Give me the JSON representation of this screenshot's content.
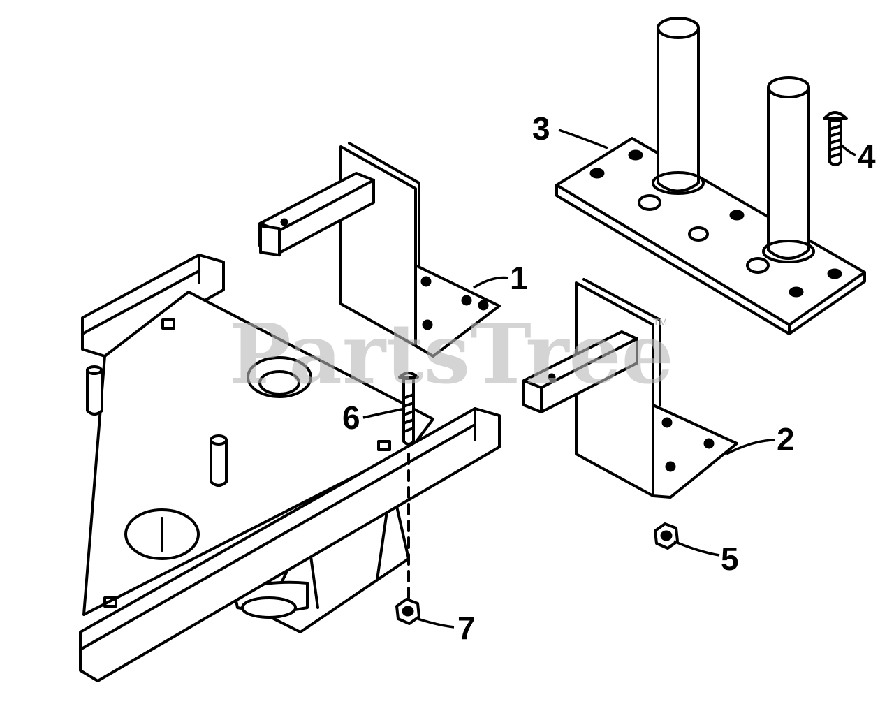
{
  "watermark": {
    "text": "PartsTree",
    "trademark": "TM"
  },
  "callouts": {
    "part_1": "1",
    "part_2": "2",
    "part_3": "3",
    "part_4": "4",
    "part_5": "5",
    "part_6": "6",
    "part_7": "7"
  },
  "colors": {
    "ink": "#000000",
    "background": "#ffffff",
    "watermark": "#b8b8b8"
  }
}
